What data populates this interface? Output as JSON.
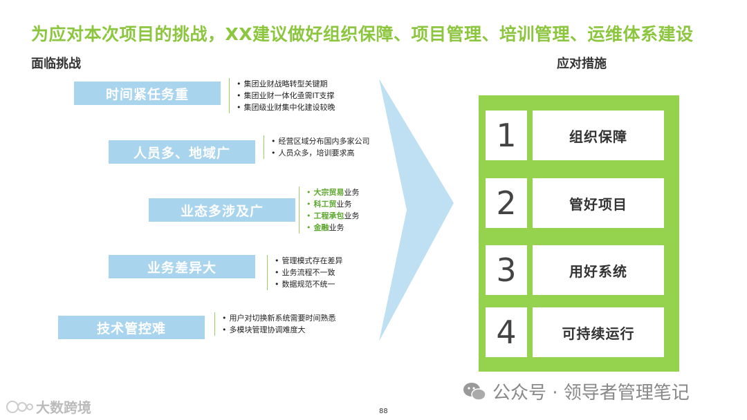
{
  "title": "为应对本次项目的挑战，XX建议做好组织保障、项目管理、培训管理、运维体系建设",
  "left_heading": "面临挑战",
  "right_heading": "应对措施",
  "challenges": [
    {
      "label": "时间紧任务重",
      "bullets": [
        "集团业财战略转型关键期",
        "集团业财一体化亟需IT支撑",
        "集团级业财集中化建设较晚"
      ]
    },
    {
      "label": "人员多、地域广",
      "bullets": [
        "经营区域分布国内多家公司",
        "人员众多，培训要求高"
      ]
    },
    {
      "label": "业态多涉及广",
      "bullets": [
        {
          "hl": "大宗贸易",
          "rest": "业务"
        },
        {
          "hl": "科工贸",
          "rest": "业务"
        },
        {
          "hl": "工程承包",
          "rest": "业务"
        },
        {
          "hl": "金融",
          "rest": "业务"
        }
      ]
    },
    {
      "label": "业务差异大",
      "bullets": [
        "管理模式存在差异",
        "业务流程不一致",
        "数据规范不统一"
      ]
    },
    {
      "label": "技术管控难",
      "bullets": [
        "用户对切换新系统需要时间熟悉",
        "多模块管理协调难度大"
      ]
    }
  ],
  "measures": [
    {
      "num": "1",
      "label": "组织保障"
    },
    {
      "num": "2",
      "label": "管好项目"
    },
    {
      "num": "3",
      "label": "用好系统"
    },
    {
      "num": "4",
      "label": "可持续运行"
    }
  ],
  "page_number": "88",
  "watermark": "公众号 · 领导者管理笔记",
  "logo_text": "大数跨境",
  "colors": {
    "accent_green": "#8cc63f",
    "panel_green": "#95d34f",
    "challenge_blue": "#a9d4ee",
    "arrow_blue": "#bfe0f3"
  }
}
